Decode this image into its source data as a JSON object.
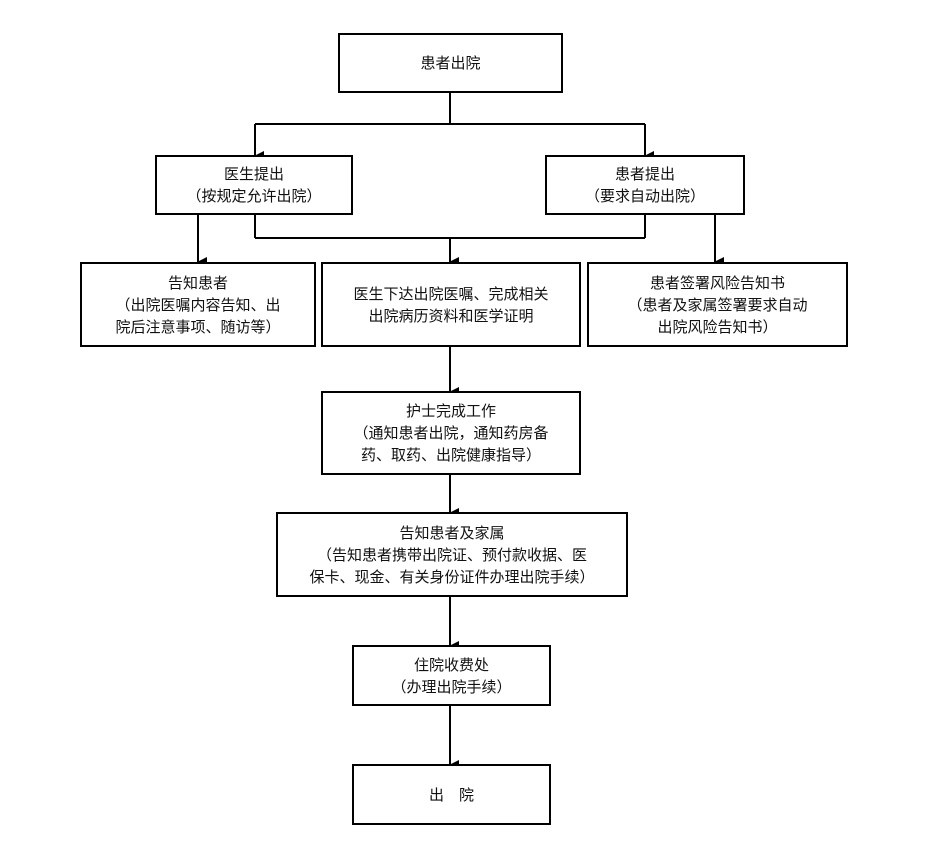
{
  "nodes": {
    "discharge_start": {
      "lines": [
        "患者出院"
      ]
    },
    "doctor_proposes": {
      "lines": [
        "医生提出",
        "（按规定允许出院）"
      ]
    },
    "patient_proposes": {
      "lines": [
        "患者提出",
        "（要求自动出院）"
      ]
    },
    "inform_patient": {
      "lines": [
        "告知患者",
        "（出院医嘱内容告知、出",
        "院后注意事项、随访等）"
      ]
    },
    "doctor_orders": {
      "lines": [
        "医生下达出院医嘱、完成相关",
        "出院病历资料和医学证明"
      ]
    },
    "risk_notice": {
      "lines": [
        "患者签署风险告知书",
        "（患者及家属签署要求自动",
        "出院风险告知书）"
      ]
    },
    "nurse_work": {
      "lines": [
        "护士完成工作",
        "（通知患者出院，通知药房备",
        "药、取药、出院健康指导）"
      ]
    },
    "inform_family": {
      "lines": [
        "告知患者及家属",
        "（告知患者携带出院证、预付款收据、医",
        "保卡、现金、有关身份证件办理出院手续）"
      ]
    },
    "billing_office": {
      "lines": [
        "住院收费处",
        "（办理出院手续）"
      ]
    },
    "discharged": {
      "lines": [
        "出　院"
      ]
    }
  }
}
